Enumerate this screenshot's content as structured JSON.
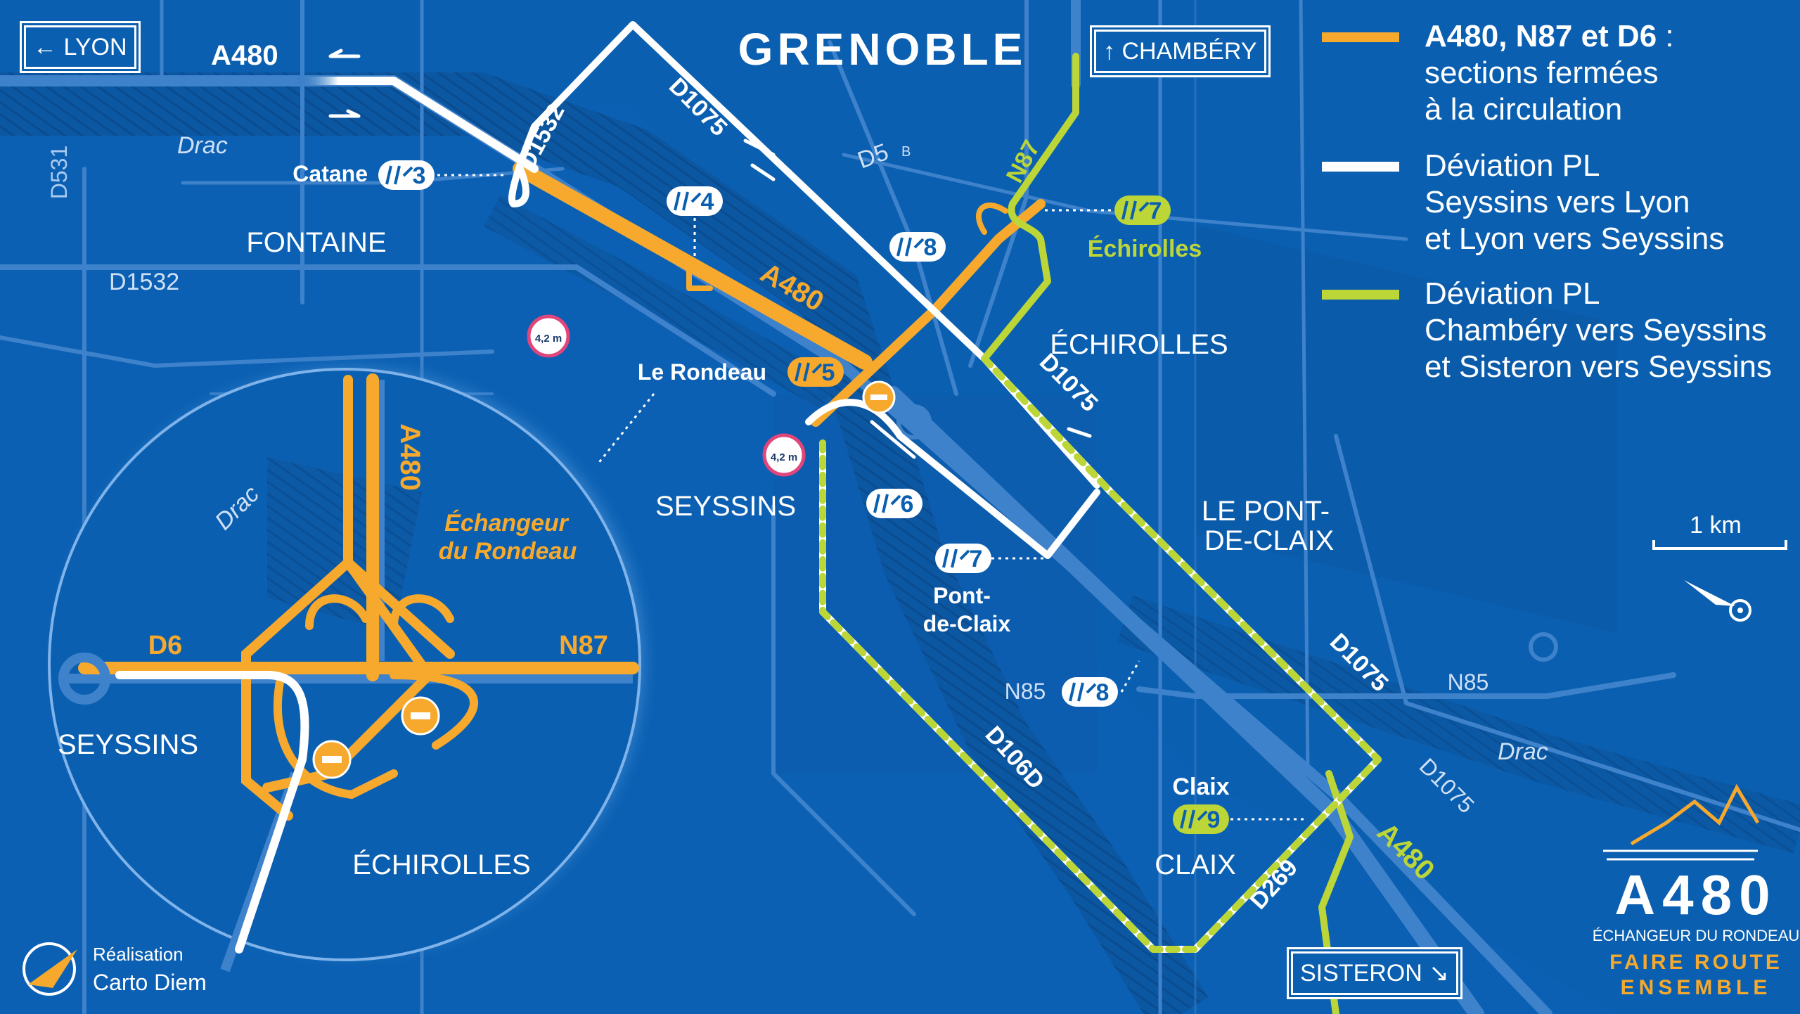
{
  "map": {
    "title": "GRENOBLE",
    "signs": {
      "lyon": "LYON",
      "chambery": "CHAMBÉRY",
      "sisteron": "SISTERON"
    },
    "legend": [
      {
        "color": "#f6a92d",
        "title": "A480, N87 et D6",
        "sep": " :",
        "lines": [
          "sections fermées",
          "à la circulation"
        ]
      },
      {
        "color": "#ffffff",
        "title": "Déviation PL",
        "sep": "",
        "lines": [
          "Seyssins vers Lyon",
          "et Lyon vers Seyssins"
        ]
      },
      {
        "color": "#bcd638",
        "title": "Déviation PL",
        "sep": "",
        "lines": [
          "Chambéry vers Seyssins",
          "et Sisteron vers Seyssins"
        ]
      }
    ],
    "places": {
      "fontaine": "FONTAINE",
      "echirolles": "ÉCHIROLLES",
      "seyssins": "SEYSSINS",
      "le_pont_de_claix": [
        "LE PONT-",
        "DE-CLAIX"
      ],
      "claix": "CLAIX"
    },
    "roads": {
      "a480": "A480",
      "n87": "N87",
      "d6": "D6",
      "n85": "N85",
      "d1532": "D1532",
      "d531": "D531",
      "d1075": "D1075",
      "d5b": "D5",
      "d5b_sup": "B",
      "d106d": "D106D",
      "d269": "D269"
    },
    "rivers": {
      "drac": "Drac"
    },
    "exits": {
      "catane": {
        "label": "Catane",
        "num": "3"
      },
      "x4": {
        "num": "4"
      },
      "le_rondeau": {
        "label": "Le Rondeau",
        "num": "5"
      },
      "x6": {
        "num": "6"
      },
      "pont_de_claix": {
        "label": [
          "Pont-",
          "de-Claix"
        ],
        "num": "7"
      },
      "x8": {
        "num": "8"
      },
      "n85_8": {
        "num": "8"
      },
      "echirolles": {
        "label": "Échirolles",
        "num": "7"
      },
      "claix": {
        "label": "Claix",
        "num": "9"
      }
    },
    "height_limit": "4,2 m",
    "scale": "1 km",
    "inset": {
      "title": [
        "Échangeur",
        "du Rondeau"
      ],
      "seyssins": "SEYSSINS",
      "echirolles": "ÉCHIROLLES",
      "d6": "D6",
      "n87": "N87",
      "a480": "A480"
    },
    "brand": {
      "name": "A480",
      "subtitle": "ÉCHANGEUR DU RONDEAU",
      "slogan1": "FAIRE ROUTE",
      "slogan2": "ENSEMBLE"
    },
    "credit": {
      "line1": "Réalisation",
      "line2": "Carto Diem"
    },
    "colors": {
      "background": "#0a5fb0",
      "road": "#3e82cb",
      "closed": "#f6a92d",
      "detour_white": "#ffffff",
      "detour_green": "#bcd638"
    }
  }
}
